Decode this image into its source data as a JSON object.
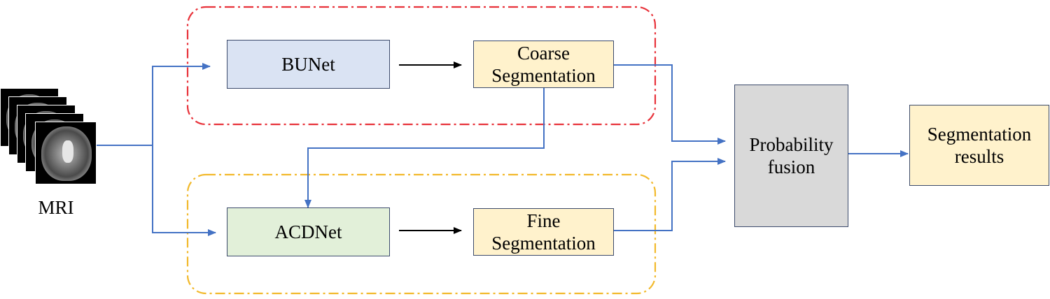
{
  "input": {
    "label": "MRI",
    "icon": "mri-slice-stack-icon",
    "slice_count": 5
  },
  "nodes": {
    "bunet": {
      "label": "BUNet",
      "fill": "#dae3f3"
    },
    "coarse": {
      "label": "Coarse\nSegmentation",
      "fill": "#fff2cc"
    },
    "acdnet": {
      "label": "ACDNet",
      "fill": "#e2f0d9"
    },
    "fine": {
      "label": "Fine\nSegmentation",
      "fill": "#fff2cc"
    },
    "fusion": {
      "label": "Probability\nfusion",
      "fill": "#d9d9d9"
    },
    "results": {
      "label": "Segmentation\nresults",
      "fill": "#fff2cc"
    }
  },
  "groups": {
    "coarse_stage": {
      "border_color": "#e8323a",
      "style": "dash-dot"
    },
    "fine_stage": {
      "border_color": "#f2b92b",
      "style": "dash-dot"
    }
  },
  "colors": {
    "flow_arrow": "#4472c4",
    "internal_arrow": "#000000"
  }
}
